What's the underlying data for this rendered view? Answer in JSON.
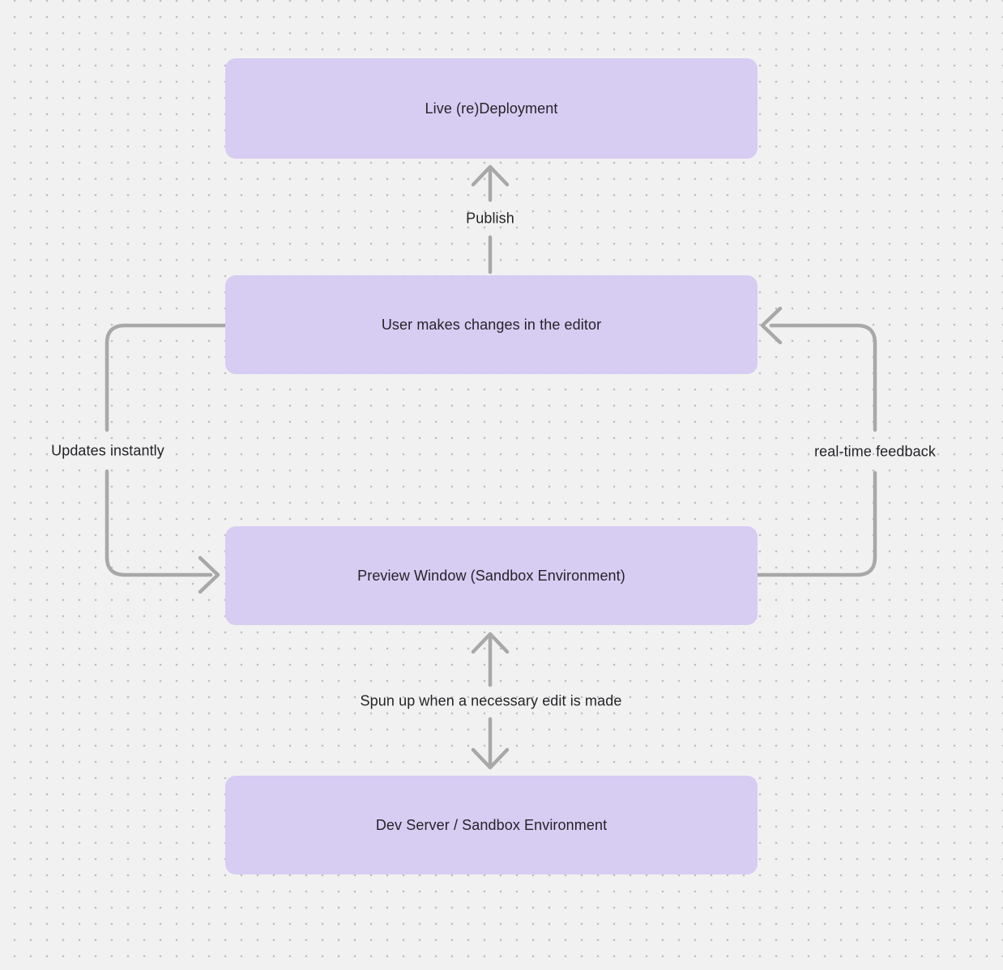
{
  "colors": {
    "background": "#f2f1f1",
    "dots": "#bdbdbd",
    "node_fill": "#d7ccf2",
    "arrow": "#a8a8a8",
    "text": "#242428"
  },
  "nodes": {
    "live_deployment": {
      "label": "Live (re)Deployment"
    },
    "editor": {
      "label": "User makes changes in the editor"
    },
    "preview": {
      "label": "Preview Window (Sandbox Environment)"
    },
    "dev_server": {
      "label": "Dev Server / Sandbox Environment"
    }
  },
  "edges": {
    "publish": {
      "label": "Publish",
      "from": "editor",
      "to": "live_deployment",
      "direction": "up"
    },
    "updates_instantly": {
      "label": "Updates instantly",
      "from": "editor",
      "to": "preview",
      "direction": "down-left-loop"
    },
    "real_time_feedback": {
      "label": "real-time feedback",
      "from": "preview",
      "to": "editor",
      "direction": "up-right-loop"
    },
    "spun_up": {
      "label": "Spun up when a necessary edit is made",
      "from": "preview",
      "to": "dev_server",
      "direction": "bidirectional"
    }
  }
}
